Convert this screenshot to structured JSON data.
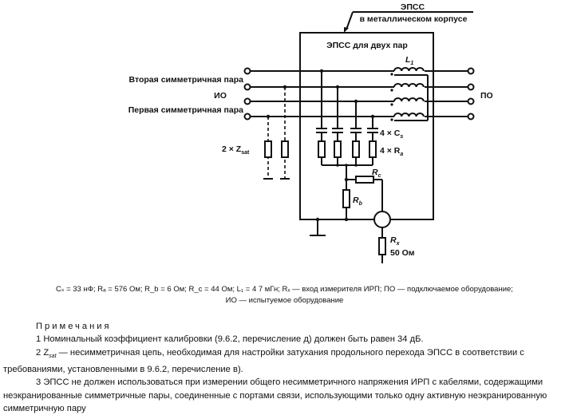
{
  "diagram": {
    "enclosure_title": "ЭПСС",
    "enclosure_subtitle": "в металлическом корпусе",
    "box_title": "ЭПСС для двух пар",
    "inductor_label": "L",
    "inductor_sub": "1",
    "left_labels": [
      "Вторая симметричная пара",
      "ИО",
      "Первая симметричная пара"
    ],
    "right_label": "ПО",
    "zsat_label": "2 × Z",
    "zsat_sub": "sat",
    "cap_label": "4 × C",
    "cap_sub": "s",
    "res_label": "4 × R",
    "res_sub": "a",
    "rc_label": "R",
    "rc_sub": "c",
    "rb_label": "R",
    "rb_sub": "b",
    "rx_label": "R",
    "rx_sub": "x",
    "rx_value": "50 Ом"
  },
  "caption": {
    "line1": "Cₛ = 33 нФ; Rₐ = 576 Ом; R_b = 6 Ом; R_c = 44 Ом; L₁ = 4   7 мГн; Rₓ — вход измерителя ИРП; ПО — подключаемое оборудование;",
    "line2": "ИО — испытуемое оборудование"
  },
  "notes": {
    "heading": "Примечания",
    "n1": "1 Номинальный   коэффициент   калибровки  (9.6.2, перечисление д) должен быть равен 34  дБ.",
    "n2_prefix": "2 Z",
    "n2_sub": "sat",
    "n2_rest": " — несимметричная цепь, необходимая для настройки затухания продольного перехода ЭПСС в соответствии с требованиями, установленными  в 9.6.2, перечисление  в).",
    "n3": "3 ЭПСС не должен использоваться при измерении общего несимметричного напряжения ИРП с кабелями, содержащими неэкранированные симметричные пары, соединенные с портами связи, использующими только одну активную неэкранированную симметричную пару"
  }
}
